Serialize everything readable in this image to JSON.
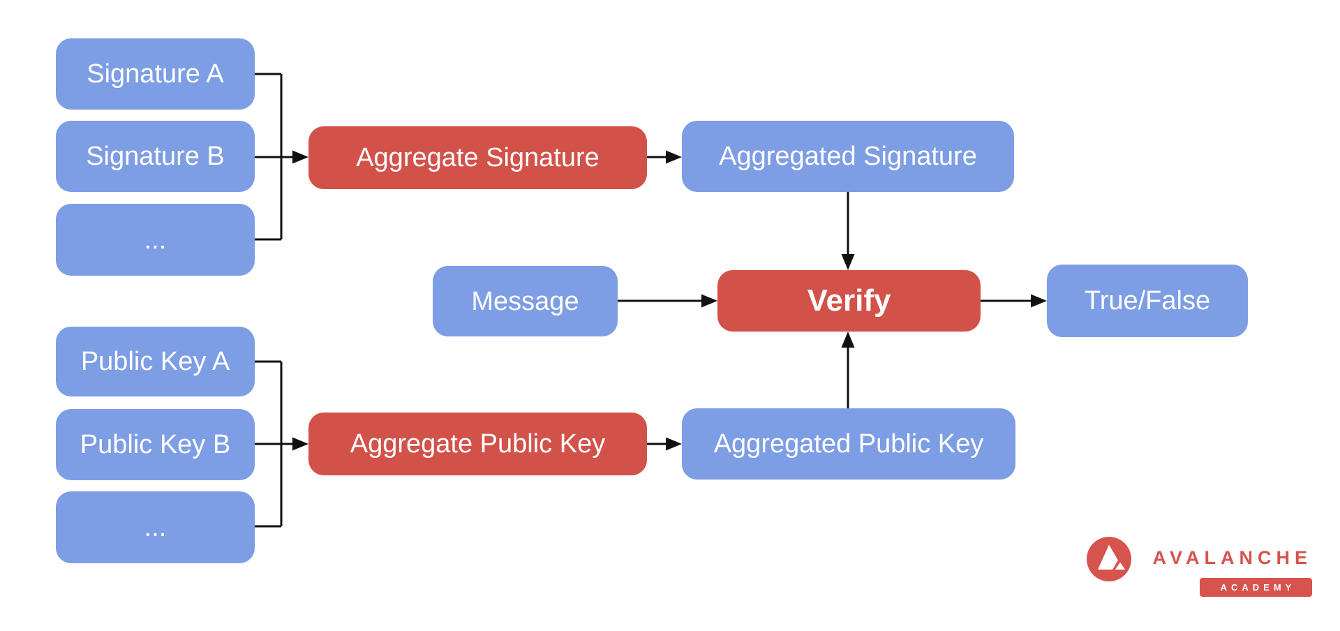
{
  "palette": {
    "node_blue": "#7D9DE4",
    "node_red": "#D25249",
    "connector_black": "#111111",
    "node_text_white": "#FFFFFF",
    "logo_red": "#D6544D",
    "background": "#FFFFFF"
  },
  "diagram": {
    "nodes": {
      "signature_a": {
        "label": "Signature A",
        "color": "blue"
      },
      "signature_b": {
        "label": "Signature B",
        "color": "blue"
      },
      "signature_more": {
        "label": "...",
        "color": "blue"
      },
      "aggregate_signature": {
        "label": "Aggregate Signature",
        "color": "red"
      },
      "aggregated_signature": {
        "label": "Aggregated Signature",
        "color": "blue"
      },
      "message": {
        "label": "Message",
        "color": "blue"
      },
      "verify": {
        "label": "Verify",
        "color": "red"
      },
      "true_false": {
        "label": "True/False",
        "color": "blue"
      },
      "public_key_a": {
        "label": "Public Key A",
        "color": "blue"
      },
      "public_key_b": {
        "label": "Public Key B",
        "color": "blue"
      },
      "public_key_more": {
        "label": "...",
        "color": "blue"
      },
      "aggregate_public_key": {
        "label": "Aggregate Public Key",
        "color": "red"
      },
      "aggregated_public_key": {
        "label": "Aggregated Public Key",
        "color": "blue"
      }
    },
    "edges": [
      {
        "from": "Signature A",
        "to": "Aggregate Signature"
      },
      {
        "from": "Signature B",
        "to": "Aggregate Signature"
      },
      {
        "from": "... (signatures)",
        "to": "Aggregate Signature"
      },
      {
        "from": "Aggregate Signature",
        "to": "Aggregated Signature"
      },
      {
        "from": "Aggregated Signature",
        "to": "Verify"
      },
      {
        "from": "Message",
        "to": "Verify"
      },
      {
        "from": "Verify",
        "to": "True/False"
      },
      {
        "from": "Public Key A",
        "to": "Aggregate Public Key"
      },
      {
        "from": "Public Key B",
        "to": "Aggregate Public Key"
      },
      {
        "from": "... (public keys)",
        "to": "Aggregate Public Key"
      },
      {
        "from": "Aggregate Public Key",
        "to": "Aggregated Public Key"
      },
      {
        "from": "Aggregated Public Key",
        "to": "Verify"
      }
    ]
  },
  "logo": {
    "brand": "AVALANCHE",
    "badge": "ACADEMY"
  }
}
